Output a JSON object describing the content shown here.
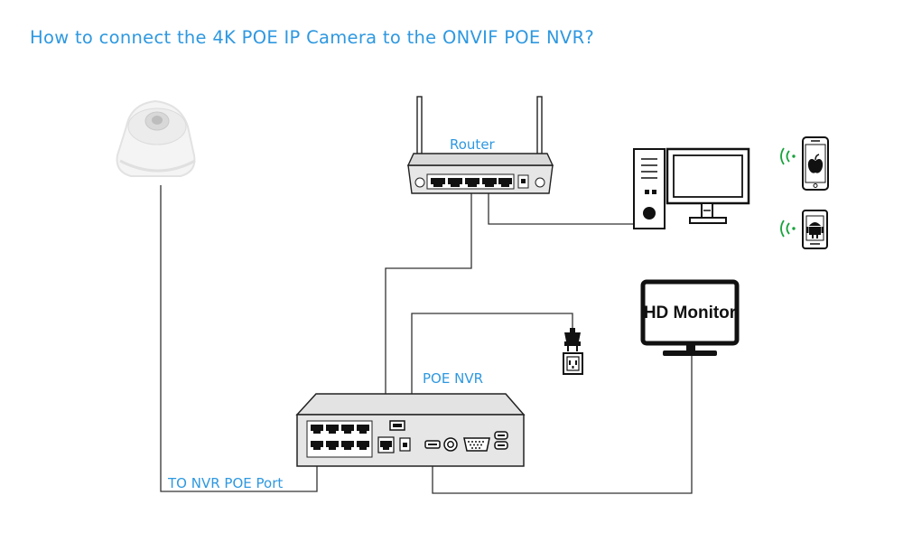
{
  "title": "How to connect the 4K POE IP Camera to the ONVIF POE NVR?",
  "labels": {
    "router": "Router",
    "nvr": "POE NVR",
    "poe_port": "TO NVR POE Port",
    "hd_monitor": "HD Monitor"
  },
  "colors": {
    "accent": "#2e98e0",
    "device_gray": "#e6e6e6",
    "wire": "#333333"
  },
  "icons": [
    "dome-camera-icon",
    "router-icon",
    "desktop-pc-icon",
    "iphone-icon",
    "android-phone-icon",
    "hd-monitor-icon",
    "power-plug-icon",
    "wall-outlet-icon",
    "poe-nvr-icon",
    "wifi-signal-icon"
  ]
}
